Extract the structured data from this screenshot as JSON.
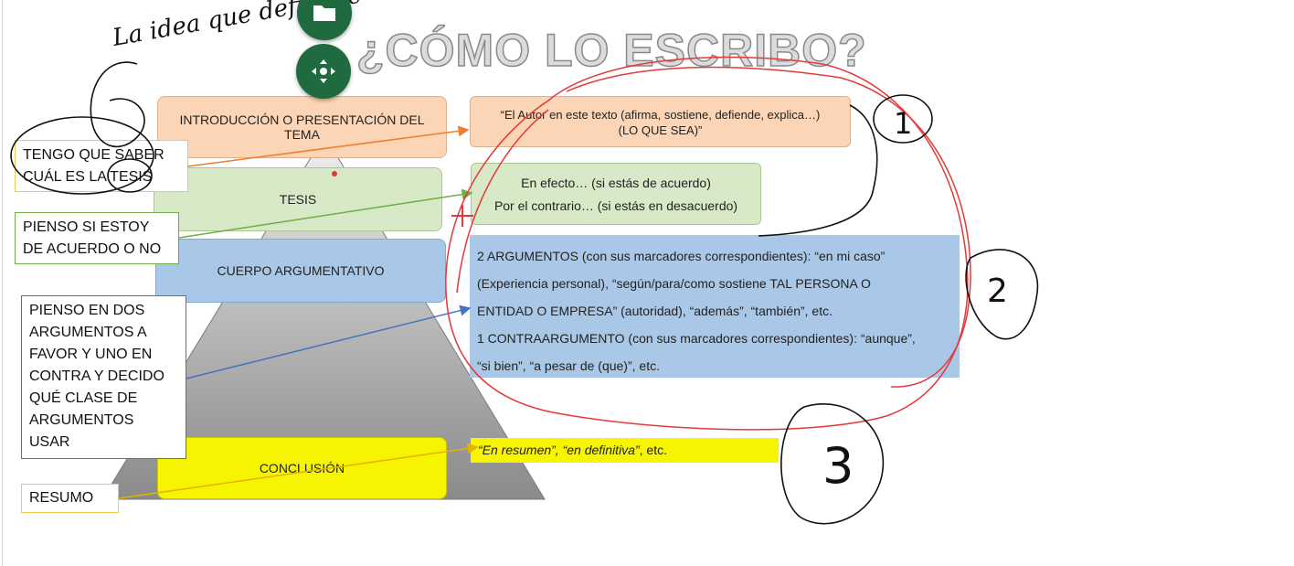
{
  "slide": {
    "title": "¿CÓMO LO ESCRIBO?",
    "pyramid": {
      "intro": "INTRODUCCIÓN O PRESENTACIÓN DEL TEMA",
      "tesis": "TESIS",
      "cuerpo": "CUERPO ARGUMENTATIVO",
      "conclusion": "CONCLUSIÓN"
    },
    "examples": {
      "intro_line1": "“El Autor en este texto (afirma, sostiene, defiende, explica…)",
      "intro_line2": "(LO QUE SEA)”",
      "tesis_line1": "En efecto… (si estás de acuerdo)",
      "tesis_line2": "Por el contrario… (si estás en desacuerdo)",
      "cuerpo_line1": "2 ARGUMENTOS (con sus marcadores correspondientes): “en mi caso”",
      "cuerpo_line2": "(Experiencia personal), “según/para/como sostiene TAL PERSONA O",
      "cuerpo_line3": "ENTIDAD O EMPRESA” (autoridad), “además”, “también”, etc.",
      "cuerpo_line4": "1 CONTRAARGUMENTO (con sus marcadores correspondientes): “aunque”,",
      "cuerpo_line5": "“si bien”, “a pesar de (que)”, etc.",
      "conclusion_italic": "“En resumen”, “en definitiva”",
      "conclusion_rest": ", etc."
    },
    "notes": {
      "tesis_note": "TENGO QUE SABER CUÁL ES LA TESIS",
      "acuerdo_note": "PIENSO SI ESTOY DE ACUERDO O NO",
      "argumentos_note": "PIENSO EN DOS ARGUMENTOS A FAVOR Y UNO EN CONTRA Y DECIDO QUÉ CLASE DE ARGUMENTOS USAR",
      "resumo_note": "RESUMO"
    },
    "handwriting": {
      "annotation": "La idea que defiende el autor",
      "marker_1": "1",
      "marker_2": "2",
      "marker_3": "3"
    }
  },
  "toolbar": {
    "folder_icon": "folder-icon",
    "move_icon": "move-icon"
  },
  "colors": {
    "intro": "#fbd5b5",
    "tesis": "#d7e9c6",
    "cuerpo": "#a9c8e8",
    "conclusion": "#f6f400",
    "fab": "#1f6b3f",
    "pen_red": "#e23a3a"
  }
}
